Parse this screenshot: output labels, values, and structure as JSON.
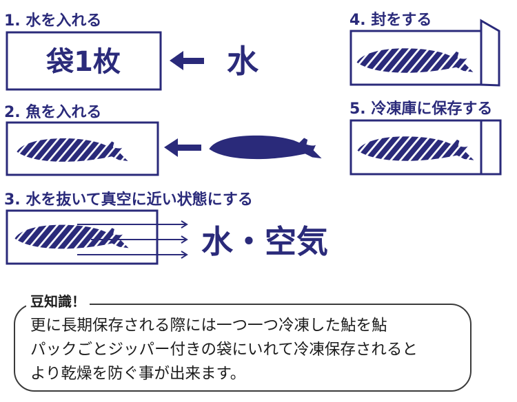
{
  "steps": [
    {
      "label": "1. 水を入れる",
      "box_text": "袋1枚",
      "input": "水"
    },
    {
      "label": "2. 魚を入れる"
    },
    {
      "label": "3. 水を抜いて真空に近い状態にする",
      "output": "水・空気"
    },
    {
      "label": "4. 封をする"
    },
    {
      "label": "5. 冷凍庫に保存する"
    }
  ],
  "tip": {
    "title": "豆知識！",
    "text": "更に長期保存される際には一つ一つ冷凍した鮎を鮎\nパックごとジッパー付きの袋にいれて冷凍保存されると\nより乾燥を防ぐ事が出来ます。"
  },
  "colors": {
    "accent": "#2a2a7a",
    "fish": "#2a2a7a",
    "text": "#1c1c1c"
  },
  "icons": [
    "fish-icon",
    "left-arrow-icon",
    "right-arrow-icon"
  ]
}
